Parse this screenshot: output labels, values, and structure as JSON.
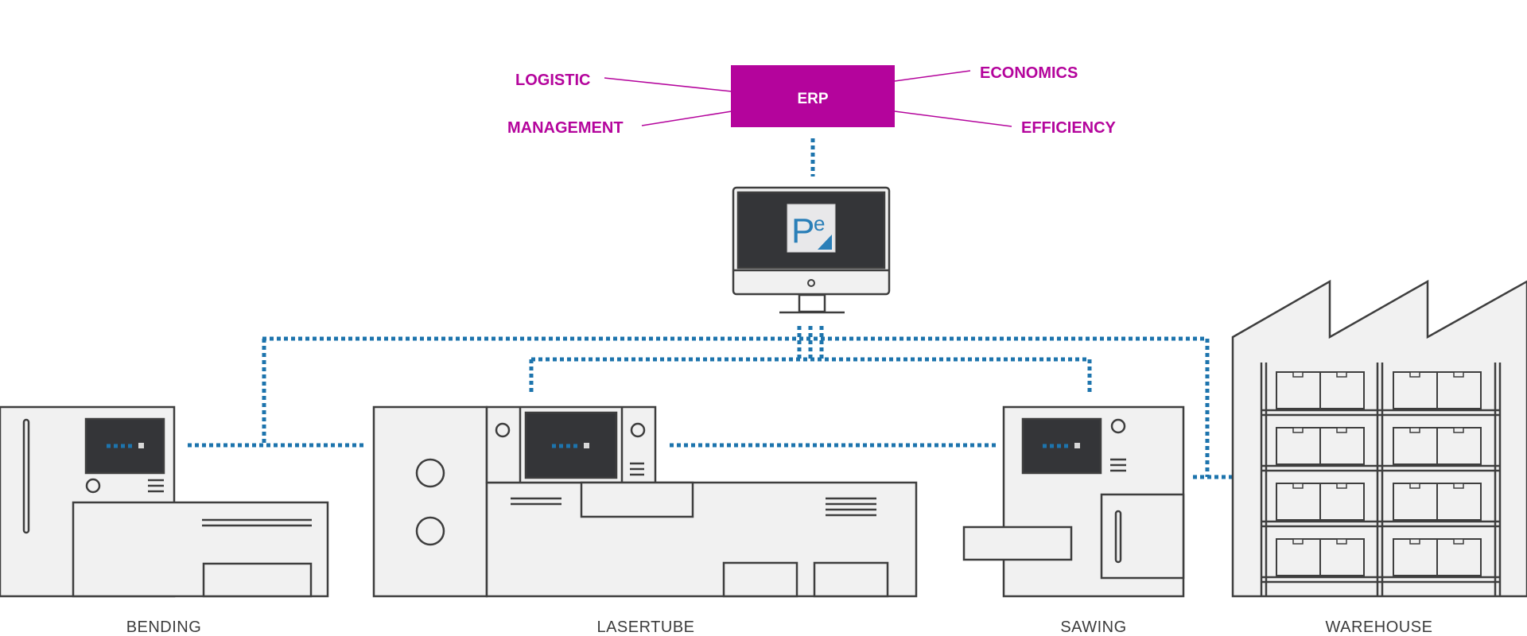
{
  "colors": {
    "erp_accent": "#b4049c",
    "network_dots": "#1d74ad",
    "outline": "#3e3e3e",
    "screen": "#343538",
    "machine_fill": "#f1f1f1"
  },
  "erp": {
    "label": "ERP",
    "satellites": {
      "logistic": "LOGISTIC",
      "management": "MANAGEMENT",
      "economics": "ECONOMICS",
      "efficiency": "EFFICIENCY"
    }
  },
  "computer": {
    "logo_icon": "pe-logo-icon"
  },
  "stations": {
    "bending": "BENDING",
    "lasertube": "LASERTUBE",
    "sawing": "SAWING",
    "warehouse": "WAREHOUSE"
  }
}
